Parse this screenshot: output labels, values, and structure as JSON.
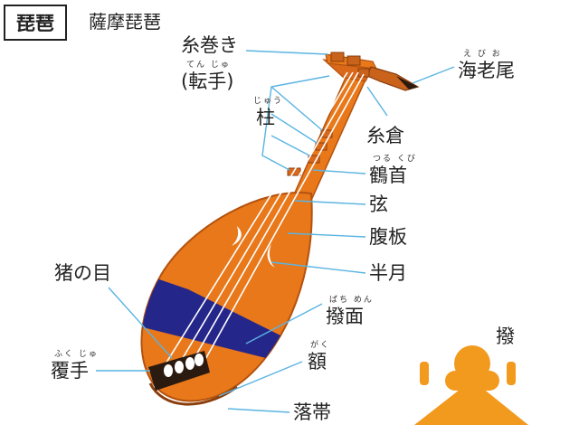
{
  "header": {
    "title": "琵琶",
    "subtitle": "薩摩琵琶"
  },
  "labels": {
    "itomaki": "糸巻き",
    "itomaki_ruby": "てん じゅ",
    "itomaki_alt": "(転手)",
    "ebio": "海老尾",
    "ebio_ruby": "え び お",
    "ji": "柱",
    "ji_ruby": "じゅう",
    "itokura": "糸倉",
    "tsurukubi": "鶴首",
    "tsurukubi_ruby": "つる くび",
    "gen": "弦",
    "fukuban": "腹板",
    "hangetsu": "半月",
    "inome": "猪の目",
    "bachimen": "撥面",
    "bachimen_ruby": "ばち めん",
    "fukushu": "覆手",
    "fukushu_ruby": "ふく じゅ",
    "gaku": "額",
    "gaku_ruby": "がく",
    "rakutai": "落帯",
    "bachi": "撥"
  },
  "colors": {
    "body_orange": "#E8781A",
    "body_dark": "#B4520E",
    "band_blue": "#25268A",
    "tailpiece": "#2B1A10",
    "leader_line": "#5AB4E2",
    "pick_orange": "#F29A1E"
  }
}
